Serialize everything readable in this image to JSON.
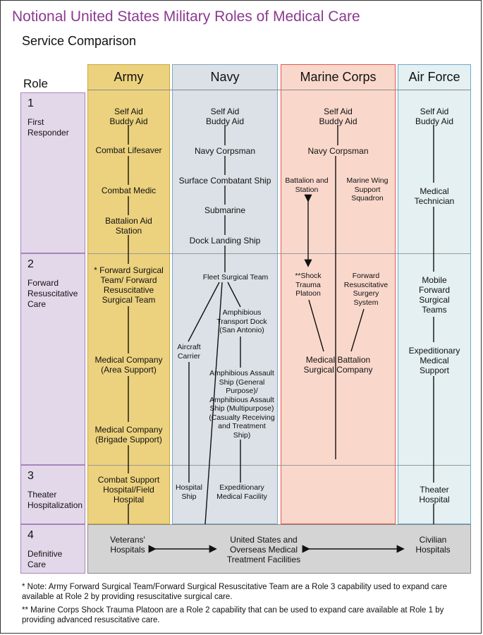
{
  "title": "Notional United States Military Roles of Medical Care",
  "subtitle": "Service Comparison",
  "role_header": "Role",
  "columns": {
    "army": "Army",
    "navy": "Navy",
    "marine": "Marine Corps",
    "airforce": "Air Force"
  },
  "roles": [
    {
      "num": "1",
      "name": "First\nResponder"
    },
    {
      "num": "2",
      "name": "Forward\nResuscitative\nCare"
    },
    {
      "num": "3",
      "name": "Theater\nHospitalization"
    },
    {
      "num": "4",
      "name": "Definitive\nCare"
    }
  ],
  "army": {
    "self_aid": "Self Aid\nBuddy Aid",
    "combat_lifesaver": "Combat Lifesaver",
    "combat_medic": "Combat Medic",
    "battalion_aid": "Battalion Aid\nStation",
    "fst": "* Forward Surgical\nTeam/ Forward\nResuscitative\nSurgical Team",
    "med_co_area": "Medical Company\n(Area Support)",
    "med_co_brigade": "Medical Company\n(Brigade Support)",
    "csh": "Combat Support\nHospital/Field\nHospital"
  },
  "navy": {
    "self_aid": "Self Aid\nBuddy Aid",
    "corpsman": "Navy Corpsman",
    "surface_ship": "Surface Combatant Ship",
    "submarine": "Submarine",
    "dock_landing": "Dock Landing Ship",
    "fleet_surgical": "Fleet Surgical Team",
    "amphib_transport": "Amphibious\nTransport Dock\n(San Antonio)",
    "aircraft_carrier": "Aircraft\nCarrier",
    "amphib_assault": "Amphibious Assault\nShip (General\nPurpose)/\nAmphibious Assault\nShip (Multipurpose)\n(Casualty Receiving\nand Treatment\nShip)",
    "hospital_ship": "Hospital\nShip",
    "expeditionary": "Expeditionary\nMedical Facility"
  },
  "marine": {
    "self_aid": "Self Aid\nBuddy Aid",
    "corpsman": "Navy Corpsman",
    "battalion_station": "Battalion and\nStation",
    "wing_support": "Marine Wing\nSupport\nSquadron",
    "shock_trauma": "**Shock\nTrauma\nPlatoon",
    "forward_system": "Forward\nResuscitative\nSurgery\nSystem",
    "med_battalion": "Medical Battalion\nSurgical Company"
  },
  "airforce": {
    "self_aid": "Self Aid\nBuddy Aid",
    "med_tech": "Medical\nTechnician",
    "mobile_fst": "Mobile\nForward\nSurgical\nTeams",
    "expeditionary": "Expeditionary\nMedical\nSupport",
    "theater_hospital": "Theater\nHospital"
  },
  "definitive": {
    "veterans": "Veterans'\nHospitals",
    "us_overseas": "United States and\nOverseas Medical\nTreatment Facilities",
    "civilian": "Civilian\nHospitals"
  },
  "notes": [
    "* Note: Army Forward Surgical Team/Forward Surgical Resuscitative Team are a Role 3 capability used to expand care available at Role 2 by providing resuscitative surgical care.",
    "** Marine Corps Shock Trauma Platoon are a Role 2 capability that can be used to expand care available at Role 1 by providing advanced resuscitative care."
  ],
  "colors": {
    "title": "#8b3a8f",
    "army_fill": "#ecd27e",
    "army_border": "#c9ab3e",
    "navy_fill": "#dbe1e6",
    "navy_border": "#7ea6c6",
    "marine_fill": "#f9d8cb",
    "marine_border": "#e2584f",
    "airforce_fill": "#e4f0f1",
    "airforce_border": "#6fa9cf",
    "role_fill": "#e3d8ea",
    "role_border": "#a983bb",
    "definitive_fill": "#d4d4d4"
  }
}
